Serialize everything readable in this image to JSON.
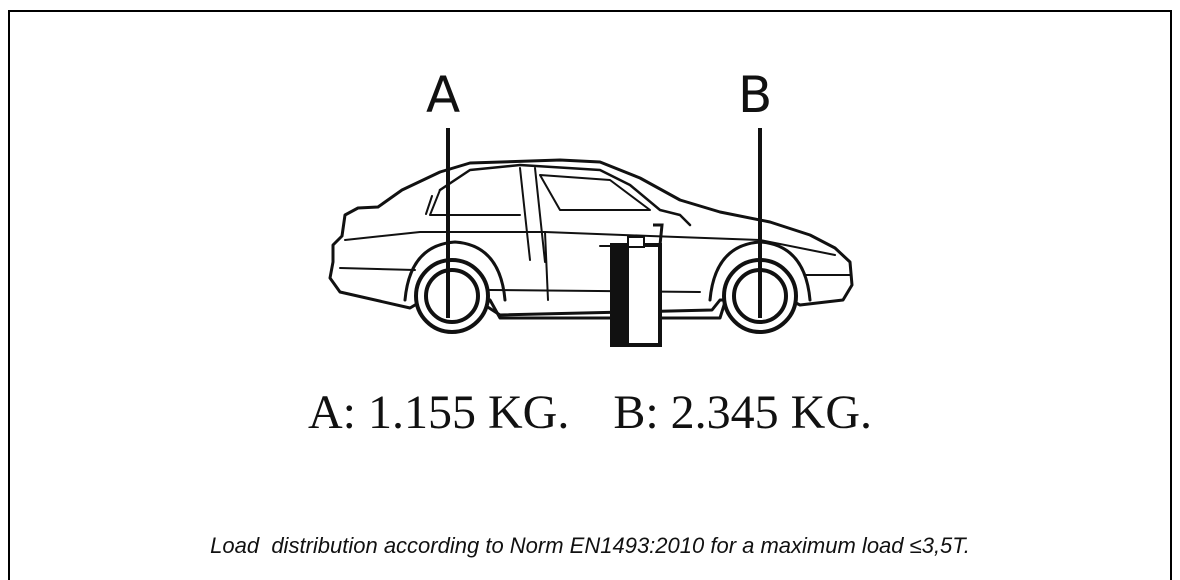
{
  "diagram": {
    "point_labels": {
      "a": "A",
      "b": "B"
    },
    "weights": {
      "a": "A: 1.155 KG.",
      "b": "B: 2.345 KG."
    },
    "caption": "Load  distribution according to Norm EN1493:2010 for a maximum load ≤3,5T."
  },
  "colors": {
    "line": "#111111",
    "background": "#ffffff"
  }
}
